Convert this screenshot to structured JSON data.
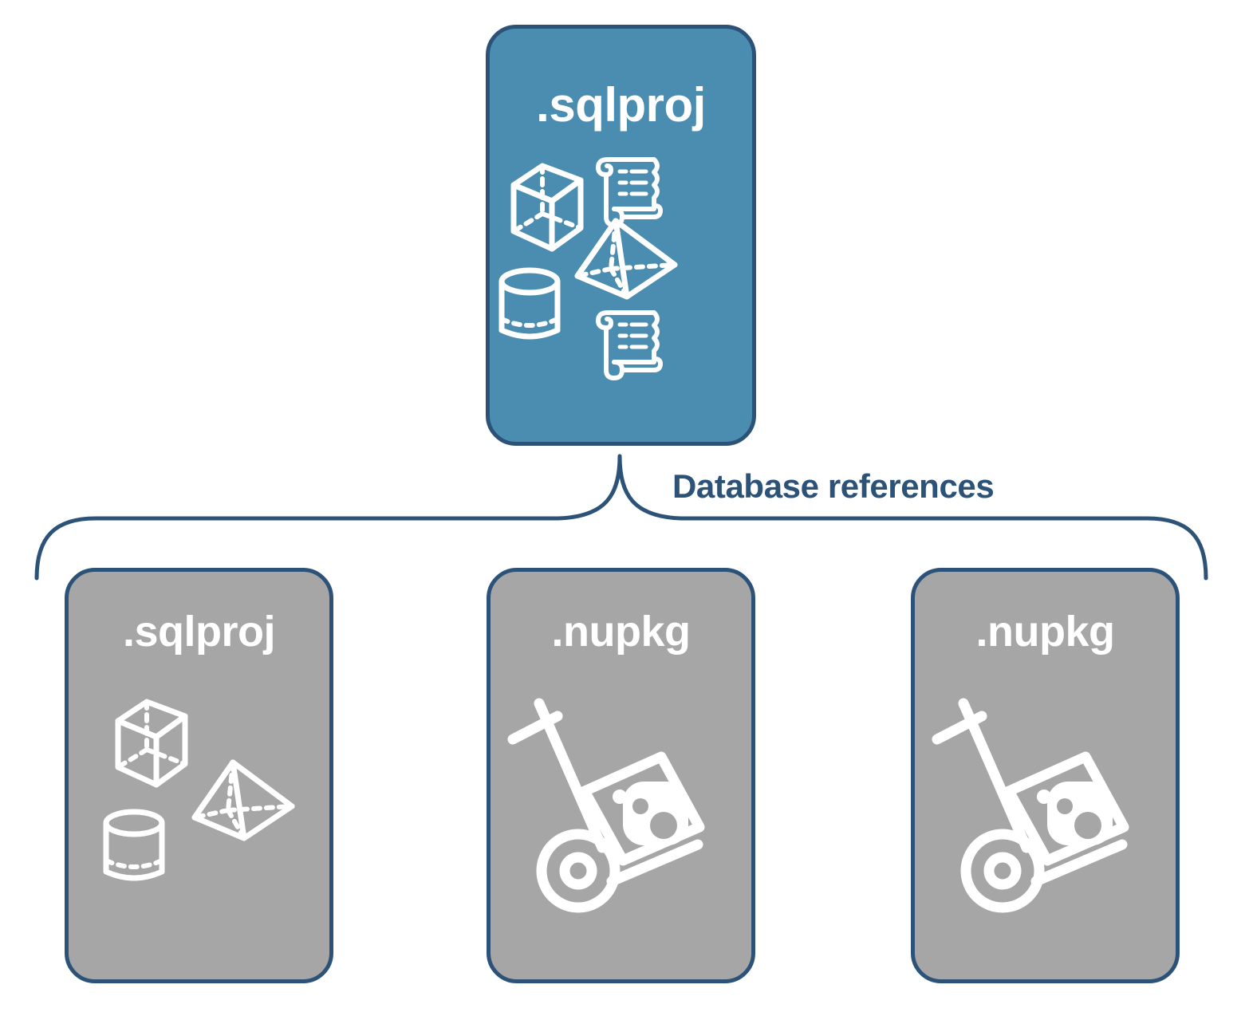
{
  "diagram": {
    "title": "SQL project database references diagram",
    "background_color": "#ffffff",
    "accent_blue": "#4a8db0",
    "accent_gray": "#a6a6a6",
    "stroke_navy": "#2c5377",
    "icon_color": "#ffffff"
  },
  "connector": {
    "label": "Database references",
    "label_color": "#2c5377",
    "style": "curly-brace",
    "stroke_color": "#2c5377",
    "stroke_width": 5
  },
  "nodes": {
    "root": {
      "label": ".sqlproj",
      "fill": "#4a8db0",
      "border": "#2c5377",
      "text_color": "#ffffff",
      "icons": [
        "cube-wireframe-icon",
        "scroll-script-icon",
        "pyramid-wireframe-icon",
        "cylinder-wireframe-icon",
        "scroll-script-icon"
      ]
    },
    "references": [
      {
        "label": ".sqlproj",
        "fill": "#a6a6a6",
        "border": "#2c5377",
        "text_color": "#ffffff",
        "icons": [
          "cube-wireframe-icon",
          "pyramid-wireframe-icon",
          "cylinder-wireframe-icon"
        ]
      },
      {
        "label": ".nupkg",
        "fill": "#a6a6a6",
        "border": "#2c5377",
        "text_color": "#ffffff",
        "icons": [
          "hand-truck-package-icon"
        ]
      },
      {
        "label": ".nupkg",
        "fill": "#a6a6a6",
        "border": "#2c5377",
        "text_color": "#ffffff",
        "icons": [
          "hand-truck-package-icon"
        ]
      }
    ]
  }
}
